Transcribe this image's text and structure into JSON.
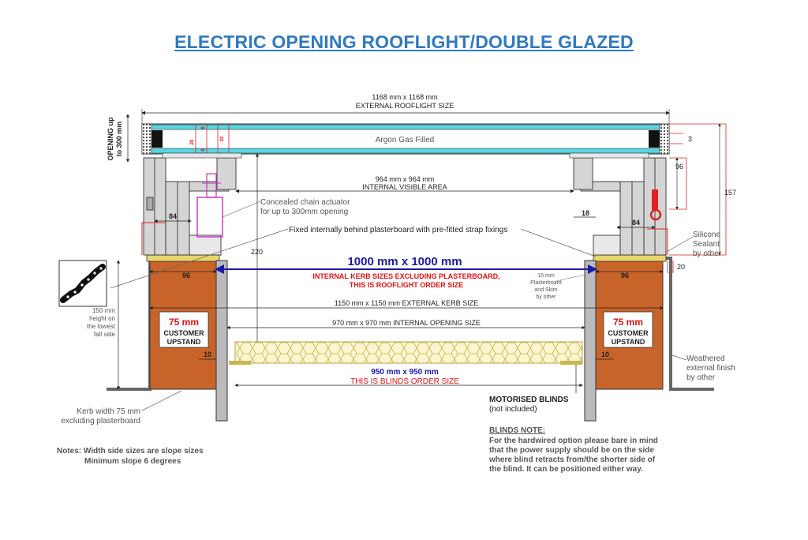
{
  "title": "ELECTRIC OPENING ROOFLIGHT/DOUBLE GLAZED",
  "dims": {
    "external_size": "1168 mm x 1168 mm",
    "external_label": "EXTERNAL ROOFLIGHT SIZE",
    "internal_visible": "964 mm x 964 mm",
    "internal_visible_label": "INTERNAL VISIBLE AREA",
    "kerb_main": "1000 mm x 1000 mm",
    "kerb_note1": "INTERNAL KERB SIZES EXCLUDING PLASTERBOARD,",
    "kerb_note2": "THIS IS ROOFLIGHT ORDER SIZE",
    "external_kerb": "1150 mm x 1150 mm EXTERNAL KERB SIZE",
    "internal_opening": "970 mm x 970 mm INTERNAL OPENING SIZE",
    "blinds_size": "950 mm x 950 mm",
    "blinds_label": "THIS IS BLINDS ORDER SIZE",
    "d3": "3",
    "d96_right": "96",
    "d157": "157",
    "d20": "20",
    "d84_left": "84",
    "d84_right": "84",
    "d18": "18",
    "d96_left_kerb": "96",
    "d96_right_kerb": "96",
    "d220": "220",
    "d10_left": "10",
    "d10_right": "10",
    "glass_20": "20",
    "glass_32": "32",
    "glass_6a": "6",
    "glass_6b": "6"
  },
  "labels": {
    "argon": "Argon Gas Filled",
    "opening1": "OPENING up",
    "opening2": "to 300 mm",
    "actuator1": "Concealed chain actuator",
    "actuator2": "for up to 300mm opening",
    "fixed": "Fixed internally behind plasterboard with pre-fitted strap fixings",
    "silicone1": "Silicone",
    "silicone2": "Sealant",
    "silicone3": "by other",
    "plaster1": "15 mm",
    "plaster2": "Plasterboard",
    "plaster3": "and Skim",
    "plaster4": "by other",
    "height1": "150 mm",
    "height2": "height on",
    "height3": "the lowest",
    "height4": "fall side",
    "upstand_mm_left": "75 mm",
    "upstand_l1_left": "CUSTOMER",
    "upstand_l2_left": "UPSTAND",
    "upstand_mm_right": "75 mm",
    "upstand_l1_right": "CUSTOMER",
    "upstand_l2_right": "UPSTAND",
    "weathered1": "Weathered",
    "weathered2": "external finish",
    "weathered3": "by other",
    "kerbwidth1": "Kerb width 75 mm",
    "kerbwidth2": "excluding plasterboard",
    "motorised1": "MOTORISED BLINDS",
    "motorised2": "(not included)",
    "notes1": "Notes: Width side sizes are slope sizes",
    "notes2": "Minimum slope 6 degrees",
    "blinds_note_title": "BLINDS NOTE:",
    "blinds_note1": "For the hardwired option please bare in mind",
    "blinds_note2": "that the power supply should be on the side",
    "blinds_note3": "where blind retracts from/the shorter side of",
    "blinds_note4": "the blind. It can be positioned either way."
  },
  "colors": {
    "title": "#2f7ac0",
    "glass": "#56d8e4",
    "timber": "#c8642a",
    "red_text": "#d11111",
    "blue_text": "#1a1aa8",
    "dim_red": "#d22222"
  }
}
